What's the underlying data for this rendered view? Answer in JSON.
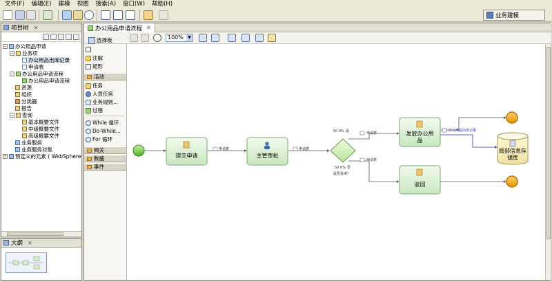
{
  "menu": {
    "items": [
      "文件(F)",
      "编辑(E)",
      "建模",
      "视图",
      "搜索(A)",
      "窗口(W)",
      "帮助(H)"
    ]
  },
  "toolbar": {
    "perspective_label": "业务建模"
  },
  "project_view": {
    "title": "项目树",
    "items": [
      {
        "label": "办公用品申请"
      },
      {
        "label": "业务项"
      },
      {
        "label": "办公用品出库记录"
      },
      {
        "label": "申请表"
      },
      {
        "label": "办公用品申请流程"
      },
      {
        "label": "办公用品申请流程"
      },
      {
        "label": "资源"
      },
      {
        "label": "组织"
      },
      {
        "label": "分类器"
      },
      {
        "label": "报告"
      },
      {
        "label": "查询"
      },
      {
        "label": "基本概要文件"
      },
      {
        "label": "中级概要文件"
      },
      {
        "label": "高级概要文件"
      },
      {
        "label": "业务服务"
      },
      {
        "label": "业务服务对象"
      },
      {
        "label": "预定义的元素 ( WebSphere"
      }
    ]
  },
  "outline_view": {
    "title": "大纲"
  },
  "editor": {
    "tab_title": "办公用品申请流程",
    "zoom": "100%"
  },
  "palette": {
    "select_label": "选择板",
    "items": {
      "annotation": "注解",
      "rectangle": "矩形"
    },
    "drawers": {
      "activities": "活动",
      "gateways": "网关",
      "data": "数据",
      "events": "事件"
    },
    "activities": [
      "任务",
      "人员任务",
      "业务规则...",
      "过程",
      "While 循环",
      "Do-While...",
      "For 循环"
    ]
  },
  "diagram": {
    "nodes": {
      "submit": "提交申请",
      "approve": "主管审批",
      "issue_line1": "发放办公用",
      "issue_line2": "品",
      "reject": "驳回",
      "repo_line1": "局部信息存",
      "repo_line2": "储库"
    },
    "edge_labels": {
      "e1": "申请表",
      "e2": "申请表",
      "yes": "申请表",
      "no": "申请表",
      "record": "办公用品出库记录"
    },
    "branches": {
      "yes_pct": "50.0%",
      "yes_word": "是",
      "no_pct": "50.0%",
      "no_word": "否",
      "decision_caption": "是否批准?"
    }
  }
}
